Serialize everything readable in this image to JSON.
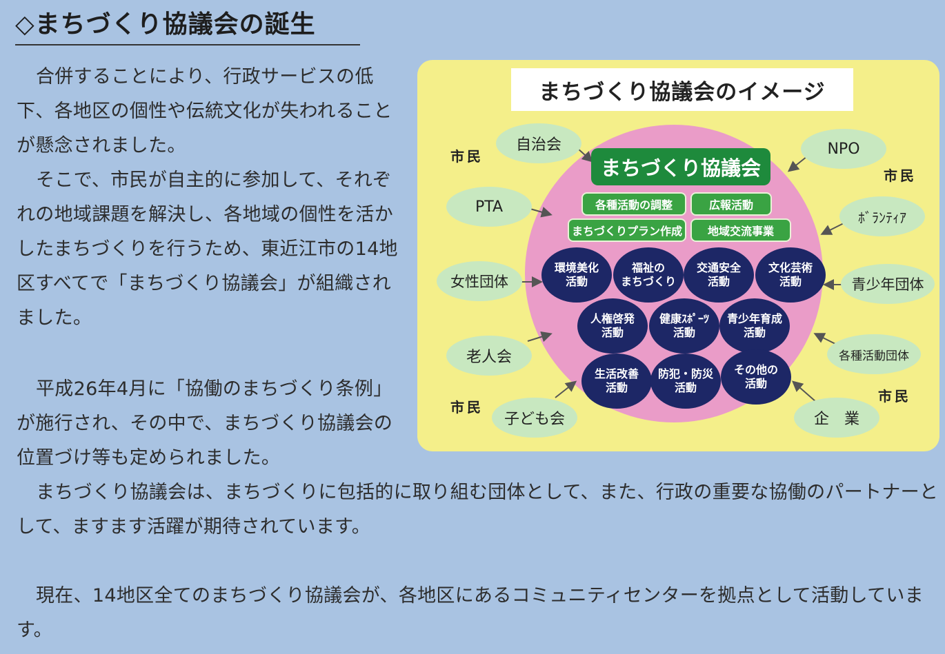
{
  "heading": "◇まちづくり協議会の誕生",
  "paragraphs": {
    "p1": "合併することにより、行政サービスの低下、各地区の個性や伝統文化が失われることが懸念されました。",
    "p2": "そこで、市民が自主的に参加して、それぞれの地域課題を解決し、各地域の個性を活かしたまちづくりを行うため、東近江市の14地区すべてで「まちづくり協議会」が組織されました。",
    "p3": "平成26年4月に「協働のまちづくり条例」が施行され、その中で、まちづくり協議会の位置づけ等も定められました。",
    "p4": "まちづくり協議会は、まちづくりに包括的に取り組む団体として、また、行政の重要な協働のパートナーとして、ますます活躍が期待されています。",
    "p5": "現在、14地区全てのまちづくり協議会が、各地区にあるコミュニティセンターを拠点として活動しています。"
  },
  "diagram": {
    "title": "まちづくり協議会のイメージ",
    "council": "まちづくり協議会",
    "roles": [
      "各種活動の調整",
      "広報活動",
      "まちづくりプラン作成",
      "地域交流事業"
    ],
    "activities": [
      "環境美化\n活動",
      "福祉の\nまちづくり",
      "交通安全\n活動",
      "文化芸術\n活動",
      "人権啓発\n活動",
      "健康ｽﾎﾟｰﾂ\n活動",
      "青少年育成\n活動",
      "生活改善\n活動",
      "防犯・防災\n活動",
      "その他の\n活動"
    ],
    "organizations": [
      "自治会",
      "NPO",
      "PTA",
      "ﾎﾞﾗﾝﾃｨｱ",
      "女性団体",
      "青少年団体",
      "老人会",
      "各種活動団体",
      "子ども会",
      "企　業"
    ],
    "citizen_label": "市民"
  },
  "colors": {
    "background": "#a9c3e2",
    "diagram_bg": "#f4ef8a",
    "pink_circle": "#ea9cc8",
    "council_green": "#1e8a3c",
    "activity_navy": "#1d2766",
    "org_green": "#c8e8c0"
  }
}
